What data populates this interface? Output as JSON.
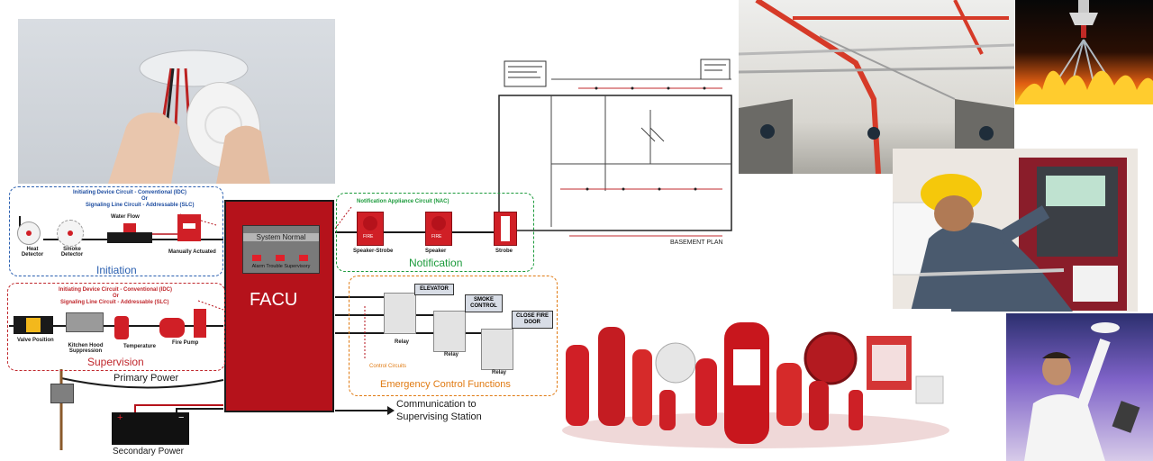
{
  "colors": {
    "facu_red": "#b5121b",
    "initiation_blue": "#2a5fb0",
    "notification_green": "#1a9a3a",
    "supervision_red": "#c0282d",
    "emergency_orange": "#e07a12"
  },
  "diagram": {
    "facu": {
      "label": "FACU",
      "panel_status": "System Normal",
      "panel_leds": "Alarm Trouble Supervisory"
    },
    "initiation": {
      "circuit_title": [
        "Initiating Device Circuit - Conventional (IDC)",
        "Or",
        "Signaling Line Circuit - Addressable (SLC)"
      ],
      "devices": [
        "Heat Detector",
        "Smoke Detector",
        "Water Flow",
        "Manually Actuated"
      ],
      "section_label": "Initiation"
    },
    "notification": {
      "circuit_title": "Notification Appliance Circuit (NAC)",
      "devices": [
        "Speaker-Strobe",
        "Speaker",
        "Strobe"
      ],
      "device_tag": "FIRE",
      "section_label": "Notification"
    },
    "supervision": {
      "circuit_title": [
        "Initiating Device Circuit - Conventional (IDC)",
        "Or",
        "Signaling Line Circuit - Addressable (SLC)"
      ],
      "devices": [
        "Valve Position",
        "Kitchen Hood Suppression",
        "Temperature",
        "Fire Pump"
      ],
      "section_label": "Supervision"
    },
    "emergency": {
      "functions": [
        "ELEVATOR",
        "SMOKE CONTROL",
        "CLOSE FIRE DOOR"
      ],
      "relay_label": "Relay",
      "control_circuits": "Control Circuits",
      "section_label": "Emergency Control Functions"
    },
    "power": {
      "primary": "Primary Power",
      "secondary": "Secondary Power"
    },
    "communication": "Communication to Supervising Station"
  },
  "floor_plan": {
    "caption": "BASEMENT PLAN"
  },
  "photos": [
    {
      "name": "smoke-detector-install-photo"
    },
    {
      "name": "corridor-fire-sprinkler-pipes-photo"
    },
    {
      "name": "sprinkler-head-fire-photo"
    },
    {
      "name": "technician-control-panel-photo"
    },
    {
      "name": "fire-extinguisher-range-photo"
    },
    {
      "name": "inspector-ceiling-detector-photo"
    }
  ]
}
